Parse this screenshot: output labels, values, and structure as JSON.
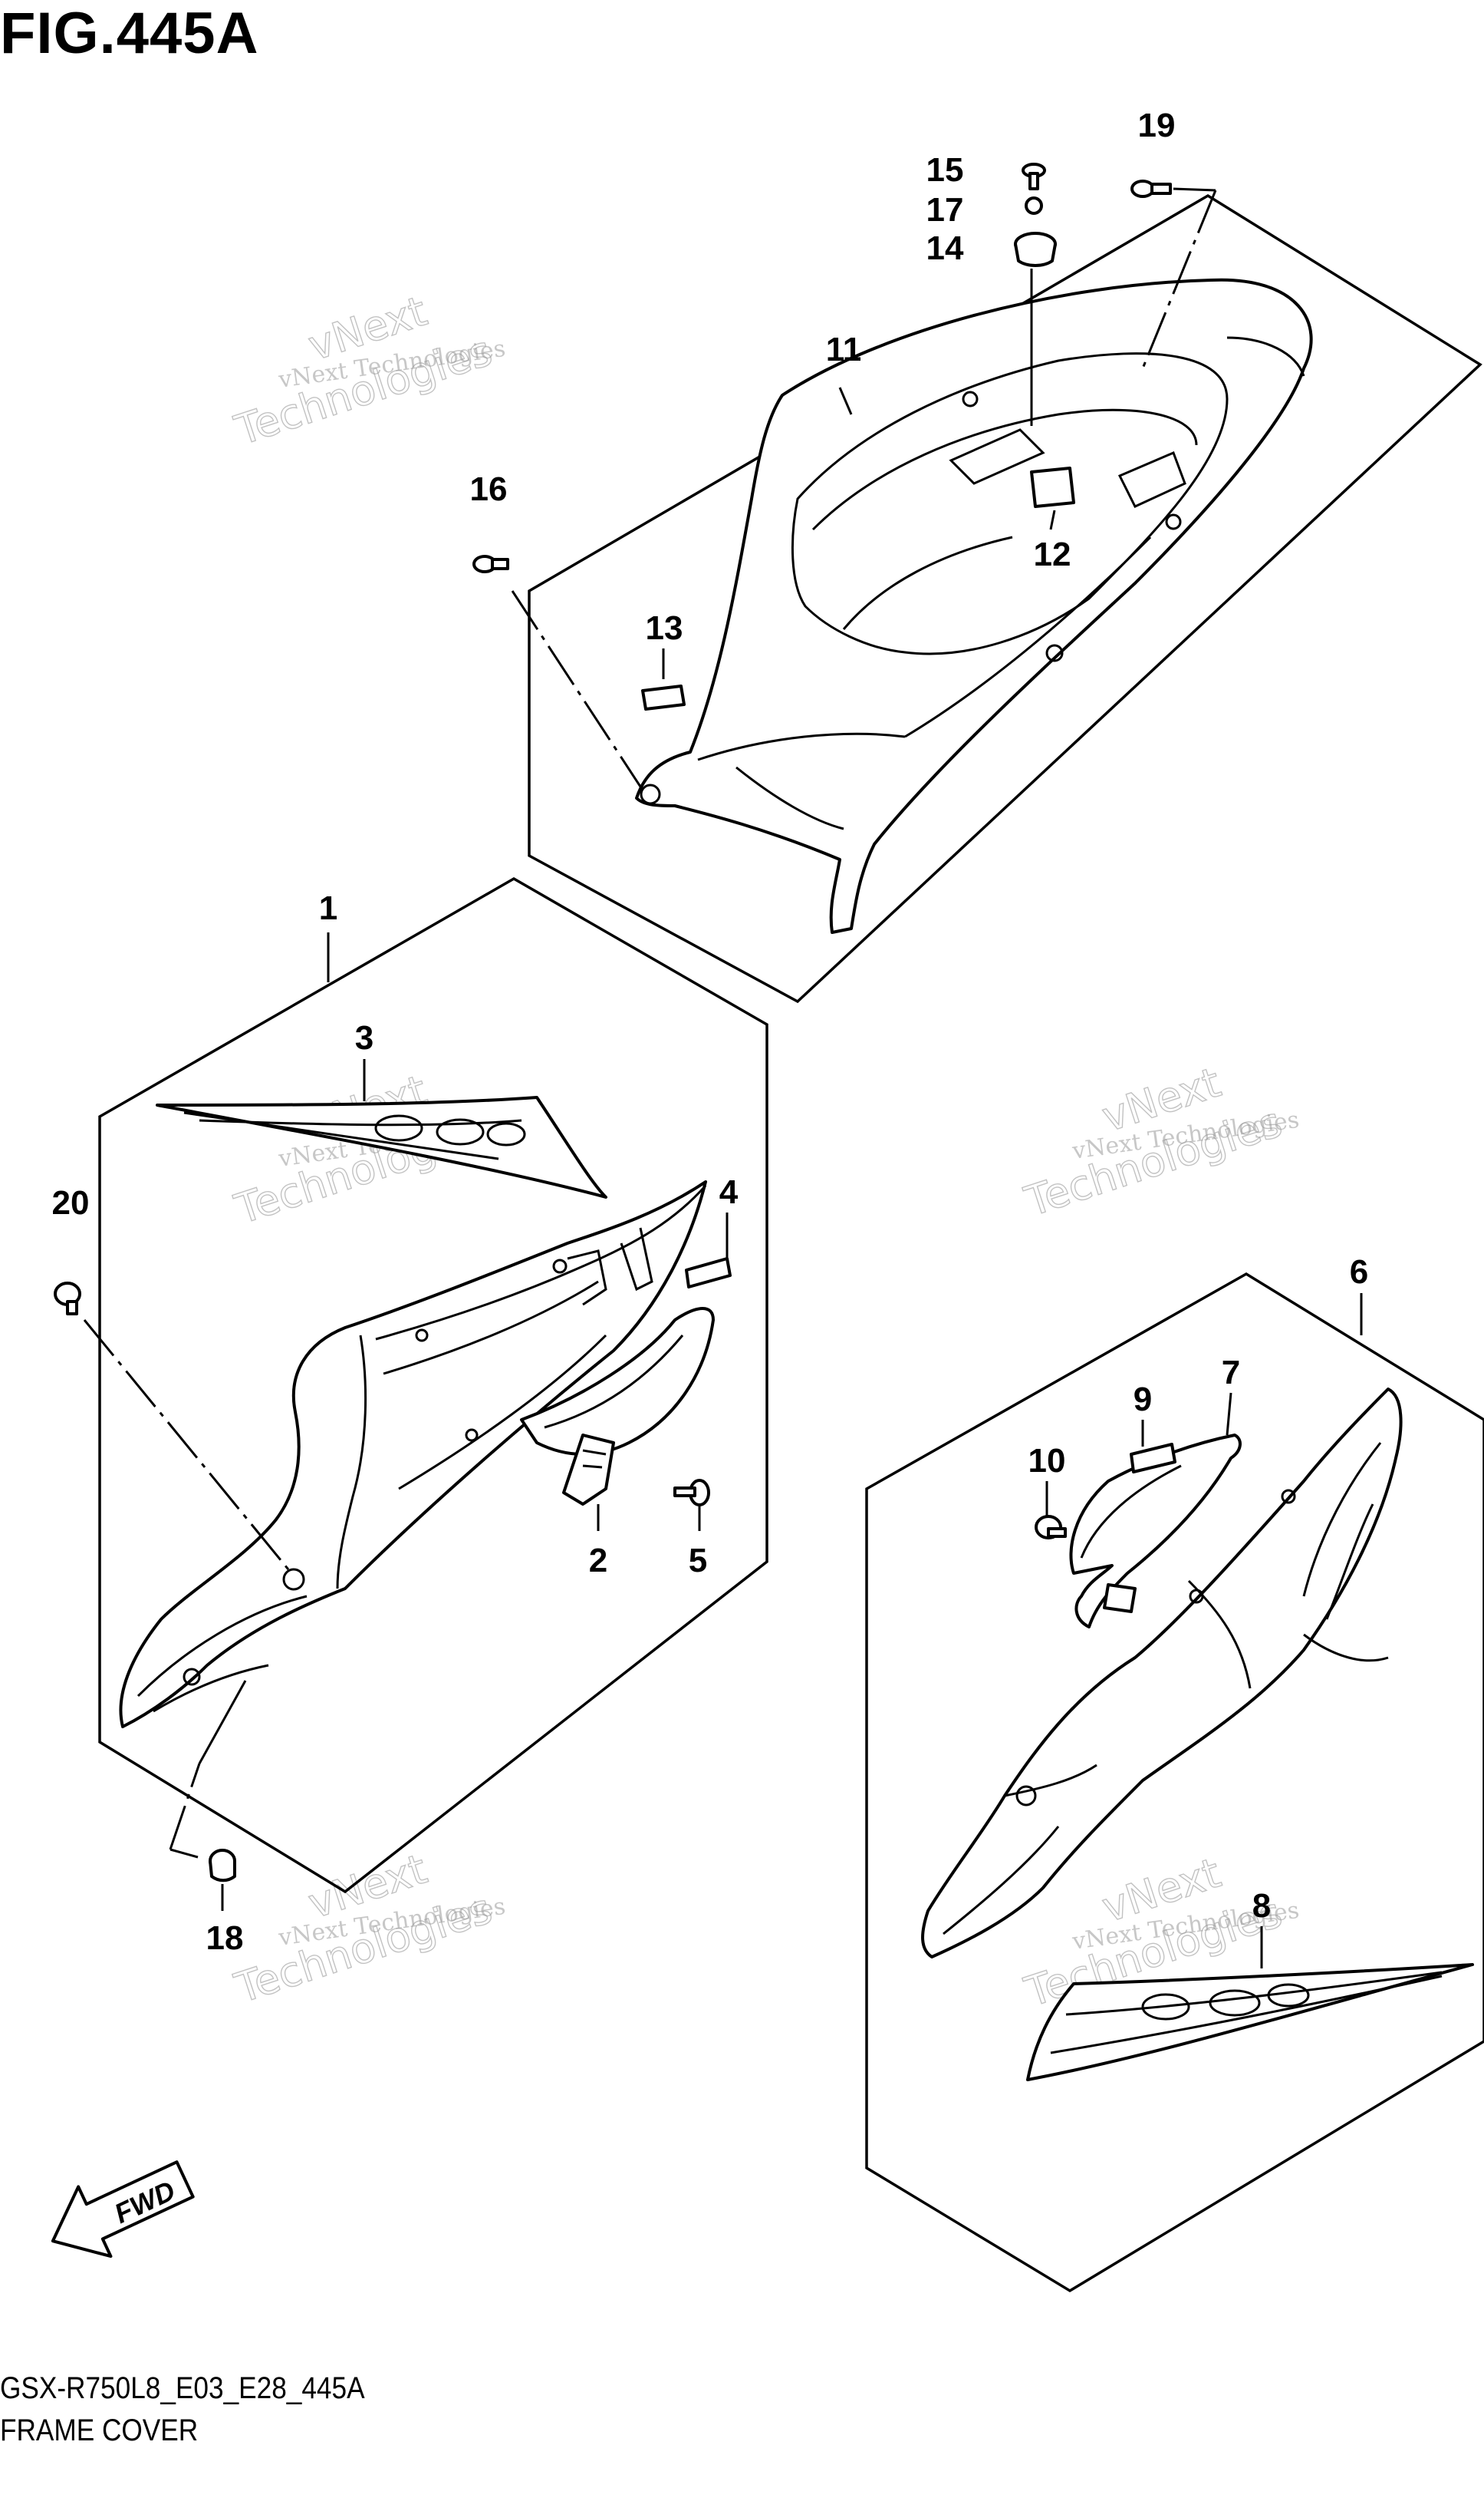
{
  "figure": {
    "title": "FIG.445A",
    "model_code": "GSX-R750L8_E03_E28_445A",
    "section_name": "FRAME COVER"
  },
  "watermark": {
    "line1": "vNext Technologies",
    "line2": "vNext",
    "line3": "Technologies"
  },
  "direction": {
    "label": "FWD",
    "icon": "arrow-left-icon"
  },
  "callouts": {
    "p1": "1",
    "p2": "2",
    "p3": "3",
    "p4": "4",
    "p5": "5",
    "p6": "6",
    "p7": "7",
    "p8": "8",
    "p9": "9",
    "p10": "10",
    "p11": "11",
    "p12": "12",
    "p13": "13",
    "p14": "14",
    "p15": "15",
    "p16": "16",
    "p17": "17",
    "p18": "18",
    "p19": "19",
    "p20": "20"
  }
}
